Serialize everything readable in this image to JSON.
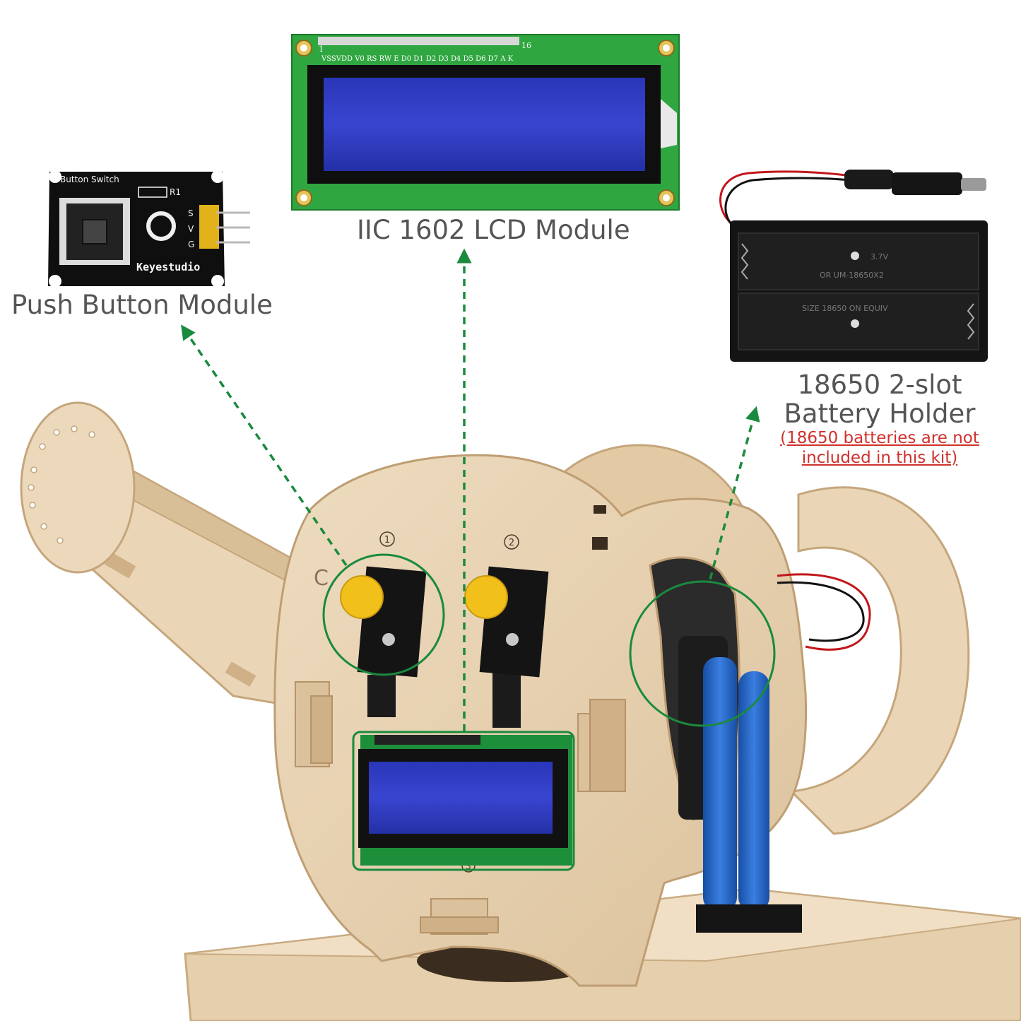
{
  "labels": {
    "push_button": "Push Button Module",
    "lcd": "IIC 1602 LCD Module",
    "battery_line1": "18650 2-slot",
    "battery_line2": "Battery Holder",
    "battery_note": "(18650 batteries are not included in this kit)"
  },
  "button_module": {
    "title": "Button Switch",
    "brand": "Keyestudio",
    "pins": [
      "S",
      "V",
      "G"
    ],
    "resistor": "R1"
  },
  "lcd_module": {
    "pin_row": "VSSVDD V0 RS RW E D0 D1 D2 D3 D4 D5 D6 D7 A K",
    "pin_first": "1",
    "pin_last": "16"
  },
  "battery_holder": {
    "voltage": "3.7V",
    "spec1": "OR UM-18650X2",
    "spec2": "SIZE 18650 ON EQUIV"
  },
  "assembly": {
    "marker_1": "1",
    "marker_2": "2",
    "marker_3": "3",
    "marker_c": "C"
  },
  "colors": {
    "callout_green": "#1a8a3e",
    "note_red": "#d0312d",
    "lcd_blue": "#2e3cc4",
    "pcb_green": "#2fa640",
    "wood": "#e8d3b4",
    "button_yellow": "#f5c51a",
    "battery_blue": "#1f5fbf"
  }
}
